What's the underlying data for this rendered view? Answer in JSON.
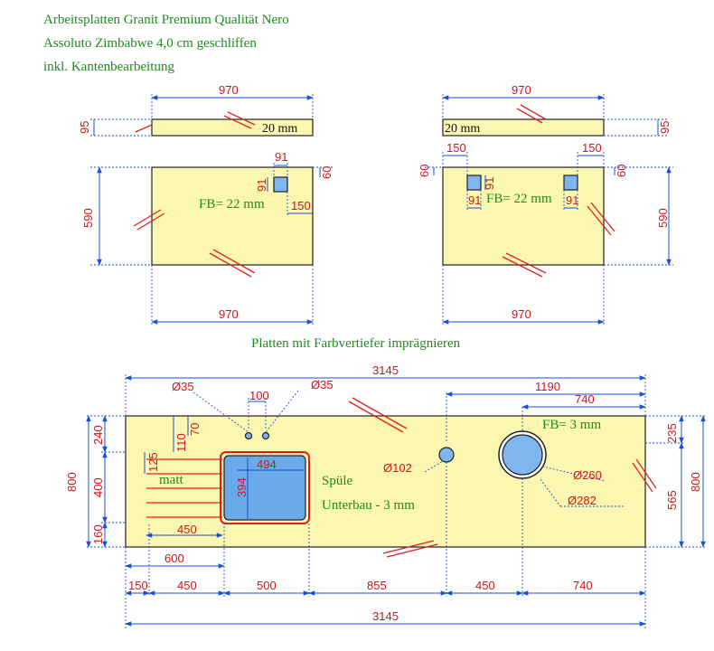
{
  "header": {
    "line1": "Arbeitsplatten Granit Premium Qualität Nero",
    "line2": "Assoluto Zimbabwe 4,0 cm geschliffen",
    "line3": "inkl. Kantenbearbeitung"
  },
  "left_part": {
    "top_width": "970",
    "top_height": "95",
    "top_thickness": "20 mm",
    "plan_width_top": "91",
    "plan_hole_h": "91",
    "plan_hole_offset_top": "60",
    "plan_hole_offset_right": "150",
    "plan_height": "590",
    "plan_width": "970",
    "fb_label": "FB= 22 mm"
  },
  "right_part": {
    "top_width": "970",
    "top_height": "95",
    "top_thickness": "20 mm",
    "left_offset": "150",
    "right_offset": "150",
    "left_hole_offset_top": "60",
    "right_hole_offset_top": "60",
    "hole1_h": "91",
    "hole1_w": "91",
    "hole2_w": "91",
    "fb_label": "FB= 22 mm",
    "plan_height": "590",
    "plan_width": "970"
  },
  "note": "Platten mit Farbvertiefer imprägnieren",
  "main_part": {
    "total_width": "3145",
    "hole_small_left": "Ø35",
    "hole_small_right": "Ø35",
    "hole_spacing": "100",
    "dim_1190": "1190",
    "dim_740_top": "740",
    "fb_label": "FB= 3 mm",
    "dim_240": "240",
    "dim_400": "400",
    "dim_160": "160",
    "dim_800_left": "800",
    "dim_235": "235",
    "dim_565": "565",
    "dim_800_right": "800",
    "dim_70": "70",
    "dim_110": "110",
    "dim_125": "125",
    "matt_label": "matt",
    "sink_w": "494",
    "sink_h": "394",
    "groove_len": "450",
    "dim_600": "600",
    "sink_label1": "Spüle",
    "sink_label2": "Unterbau - 3 mm",
    "hole_102": "Ø102",
    "hole_260": "Ø260",
    "hole_282": "Ø282",
    "bottom_dims": [
      "150",
      "450",
      "500",
      "855",
      "450",
      "740"
    ],
    "bottom_total": "3145"
  }
}
